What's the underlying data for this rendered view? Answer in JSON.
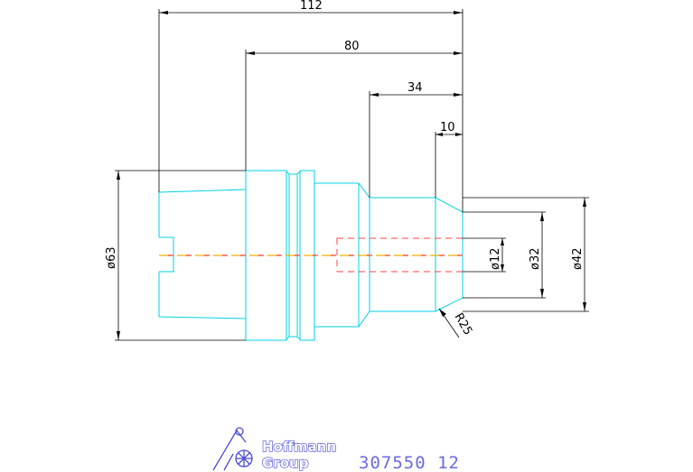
{
  "drawing": {
    "dimensions": {
      "length_total": "112",
      "length_80": "80",
      "length_34": "34",
      "length_10": "10",
      "diameter_63": "ø63",
      "diameter_42": "ø42",
      "diameter_32": "ø32",
      "diameter_12": "ø12",
      "radius": "R25"
    },
    "colors": {
      "part_outline": "#00d2e6",
      "dimension_lines": "#000000",
      "centerline_red": "#ff4040",
      "centerline_yellow": "#f0b000",
      "hidden_lines": "#ff4040",
      "logo": "#4a4ad6"
    }
  },
  "title_block": {
    "logo_line1": "Hoffmann",
    "logo_line2": "Group",
    "part_number": "307550 12",
    "logo_icon": "hoffmann-logo-icon"
  }
}
